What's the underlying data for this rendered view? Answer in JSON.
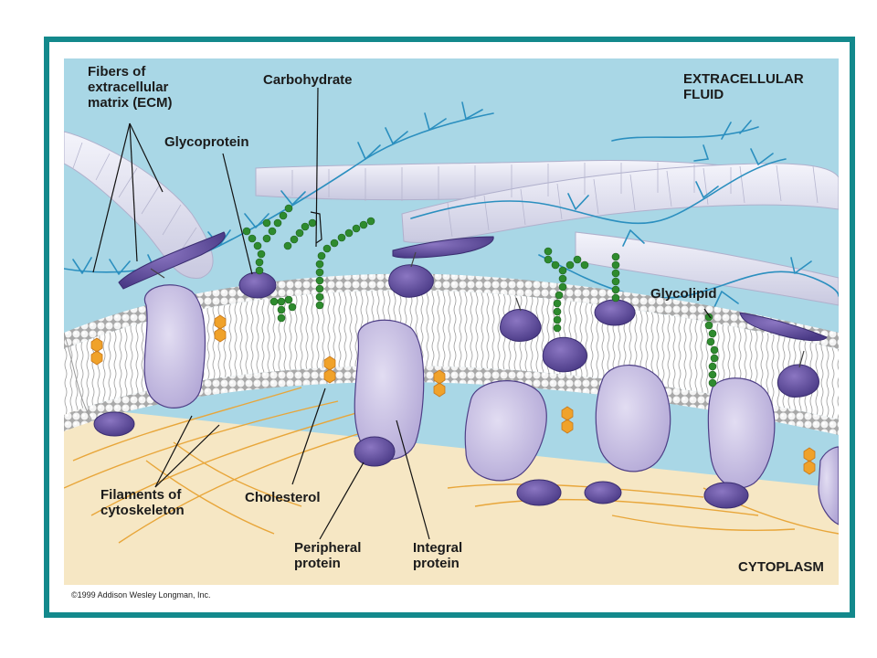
{
  "labels": {
    "fibers_ecm": "Fibers of\nextracellular\nmatrix (ECM)",
    "carbohydrate": "Carbohydrate",
    "glycoprotein": "Glycoprotein",
    "extracellular_fluid": "EXTRACELLULAR\nFLUID",
    "glycolipid": "Glycolipid",
    "filaments_cytoskeleton": "Filaments of\ncytoskeleton",
    "cholesterol": "Cholesterol",
    "peripheral_protein": "Peripheral\nprotein",
    "integral_protein": "Integral\nprotein",
    "cytoplasm": "CYTOPLASM"
  },
  "copyright": "©1999 Addison Wesley Longman, Inc.",
  "colors": {
    "frame": "#13898c",
    "extracellular": "#a9d7e6",
    "cytoplasm": "#f6e7c4",
    "membrane_head": "#d9d9d9",
    "integral_protein": "#cfc7e6",
    "protein_shade": "#5a4a93",
    "carbohydrate_chain": "#2e8b2e",
    "cholesterol": "#f0a22a",
    "ecm_fiber": "#e7e7f4",
    "fibril": "#2b8fbf"
  }
}
